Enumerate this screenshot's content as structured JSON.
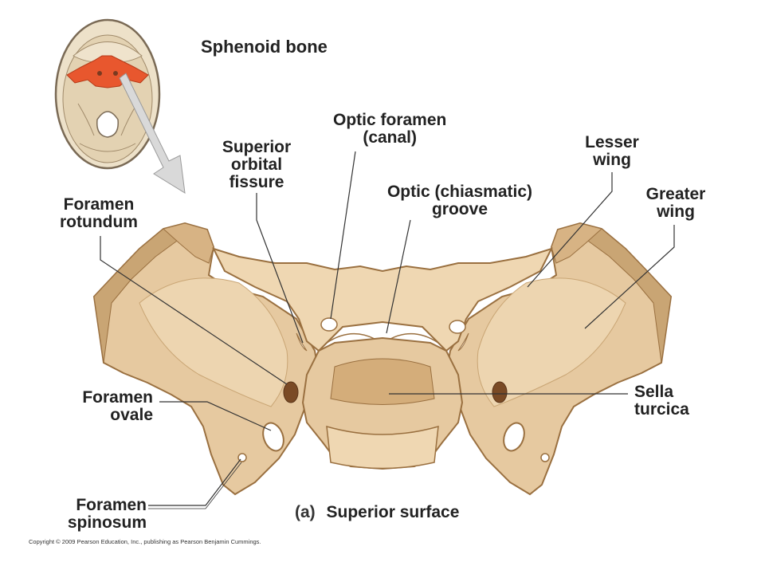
{
  "title": "Sphenoid bone",
  "labels": {
    "optic_foramen": [
      "Optic foramen",
      "(canal)"
    ],
    "superior_orbital_fissure": [
      "Superior",
      "orbital",
      "fissure"
    ],
    "lesser_wing": [
      "Lesser",
      "wing"
    ],
    "greater_wing": [
      "Greater",
      "wing"
    ],
    "optic_groove": [
      "Optic (chiasmatic)",
      "groove"
    ],
    "foramen_rotundum": [
      "Foramen",
      "rotundum"
    ],
    "foramen_ovale": [
      "Foramen",
      "ovale"
    ],
    "sella_turcica": [
      "Sella",
      "turcica"
    ],
    "foramen_spinosum": [
      "Foramen",
      "spinosum"
    ]
  },
  "caption": {
    "letter": "(a)",
    "text": "Superior surface"
  },
  "copyright": "Copyright © 2009 Pearson Education, Inc., publishing as Pearson Benjamin Cummings.",
  "colors": {
    "bone": "#e6c9a0",
    "bone_shadow": "#c9a574",
    "bone_edge": "#9a7040",
    "highlight": "#e8572e",
    "leader": "#333333",
    "arrow": "#d6d6d6"
  }
}
